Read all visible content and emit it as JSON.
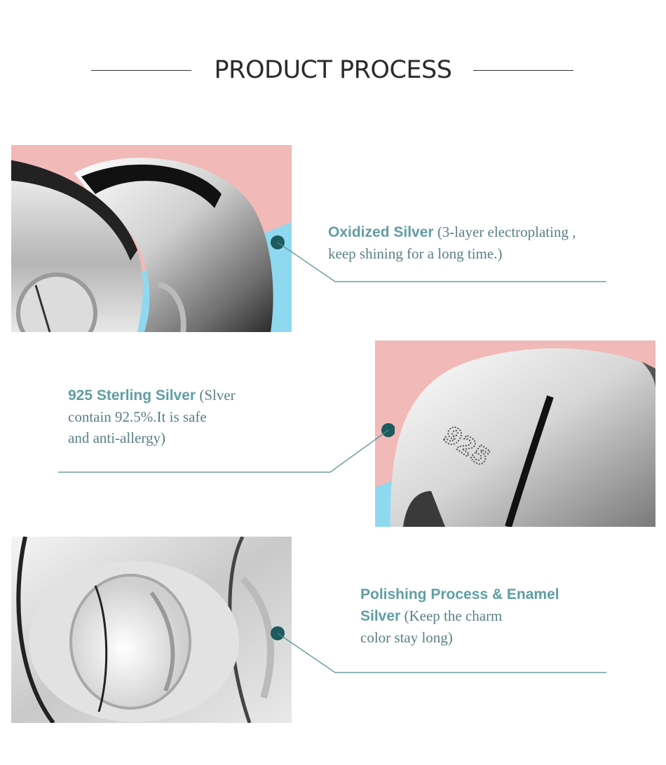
{
  "header": {
    "title": "PRODUCT PROCESS"
  },
  "colors": {
    "accent": "#5f9ea3",
    "dot": "#1d5b5f",
    "pink": "#f1b9b7",
    "blue": "#8ed9ef"
  },
  "features": [
    {
      "highlight": "Oxidized Silver",
      "lines": [
        "(3-layer electroplating ,",
        "keep shining for a long time.)"
      ]
    },
    {
      "highlight": "925 Sterling Silver",
      "lines": [
        "(Slver",
        "contain 92.5%.It is safe",
        "and anti-allergy)"
      ]
    },
    {
      "highlight_lines": [
        "Polishing Process & Enamel",
        "Silver"
      ],
      "lines": [
        "(Keep the charm",
        "color stay long)"
      ]
    }
  ],
  "photos": [
    {
      "icon": "ring-closeup-photo"
    },
    {
      "icon": "ring-925-stamp-photo",
      "stamp": "925"
    },
    {
      "icon": "ring-polished-photo"
    }
  ]
}
